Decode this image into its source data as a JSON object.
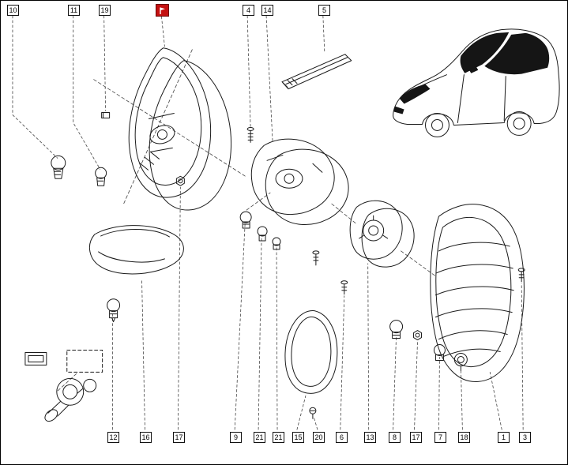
{
  "diagram": {
    "background_color": "#ffffff",
    "line_color": "#1b1b1b",
    "highlight_color": "#c41111",
    "callouts_top": [
      {
        "label": "10"
      },
      {
        "label": "11"
      },
      {
        "label": "19"
      },
      {
        "label": "",
        "selected": true,
        "icon": "flag-icon"
      },
      {
        "label": "4"
      },
      {
        "label": "14"
      },
      {
        "label": "5"
      }
    ],
    "callouts_bottom": [
      {
        "label": "12"
      },
      {
        "label": "16"
      },
      {
        "label": "17"
      },
      {
        "label": "9"
      },
      {
        "label": "21"
      },
      {
        "label": "21"
      },
      {
        "label": "15"
      },
      {
        "label": "20"
      },
      {
        "label": "6"
      },
      {
        "label": "13"
      },
      {
        "label": "8"
      },
      {
        "label": "17"
      },
      {
        "label": "7"
      },
      {
        "label": "18"
      },
      {
        "label": "1"
      },
      {
        "label": "3"
      }
    ]
  }
}
